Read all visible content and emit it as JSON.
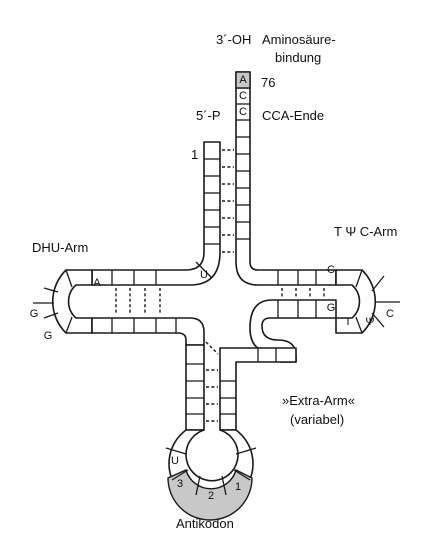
{
  "labels": {
    "three_prime": "3´-OH",
    "amino_binding_line1": "Aminosäure-",
    "amino_binding_line2": "bindung",
    "five_prime": "5´-P",
    "position_76": "76",
    "position_1": "1",
    "cca_end": "CCA-Ende",
    "dhu_arm": "DHU-Arm",
    "tpsic_arm": "T Ψ C-Arm",
    "extra_arm_line1": "»Extra-Arm«",
    "extra_arm_line2": "(variabel)",
    "anticodon": "Antikodon"
  },
  "nucleotides": {
    "acceptor_top": "A",
    "acceptor_c1": "C",
    "acceptor_c2": "C",
    "dhu_a": "A",
    "dhu_g1": "G",
    "dhu_g2": "G",
    "junction_u": "U",
    "tpsic_c1": "C",
    "tpsic_g": "G",
    "tpsic_t": "T",
    "tpsic_psi": "Ψ",
    "tpsic_c2": "C",
    "anticodon_u": "U",
    "anticodon_3": "3",
    "anticodon_2": "2",
    "anticodon_1": "1"
  },
  "colors": {
    "line": "#1a1a1a",
    "shaded_nucleotide": "#c8c8c8",
    "background": "#ffffff"
  }
}
